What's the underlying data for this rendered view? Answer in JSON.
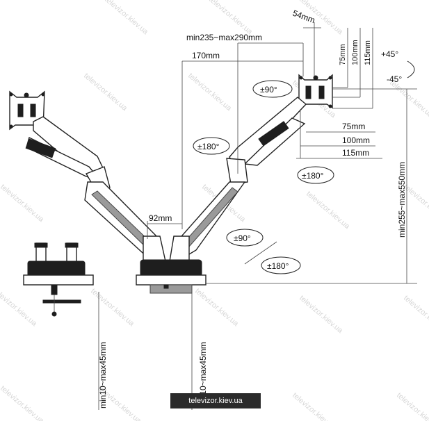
{
  "dimensions": {
    "bracket_width": "54mm",
    "reach": "min235~max290mm",
    "arm_offset": "170mm",
    "vesa_v_75": "75mm",
    "vesa_v_100": "100mm",
    "vesa_v_115": "115mm",
    "vesa_h_75": "75mm",
    "vesa_h_100": "100mm",
    "vesa_h_115": "115mm",
    "column_spacing": "92mm",
    "height": "min255~max550mm",
    "clamp_thickness": "min10~max45mm",
    "grommet_thickness": "min10~max45mm"
  },
  "rotations": {
    "tilt_up": "+45°",
    "tilt_down": "-45°",
    "rotate_bracket": "±90°",
    "swivel_left": "±180°",
    "swivel_right": "±180°",
    "swivel_joint": "±90°",
    "swivel_base": "±180°"
  },
  "watermark": "televizor.kiev.ua",
  "footer": "televizor.kiev.ua"
}
